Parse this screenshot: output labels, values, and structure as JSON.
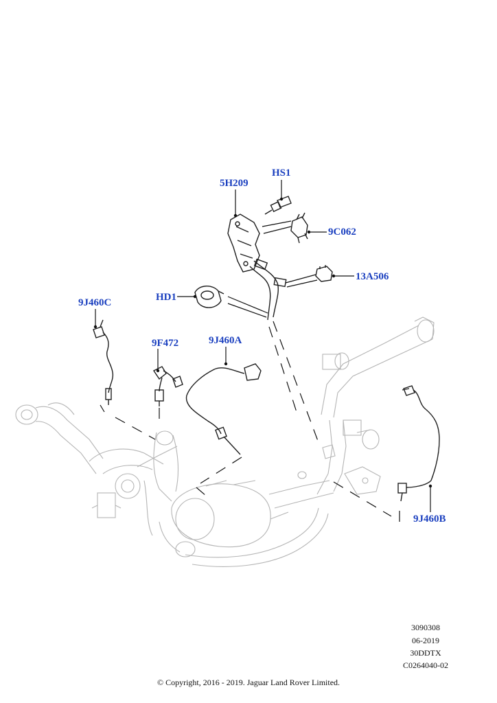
{
  "callouts": {
    "hs1": "HS1",
    "5h209": "5H209",
    "9c062": "9C062",
    "13a506": "13A506",
    "hd1": "HD1",
    "9j460c": "9J460C",
    "9f472": "9F472",
    "9j460a": "9J460A",
    "9j460b": "9J460B"
  },
  "reference": {
    "number": "3090308",
    "date": "06-2019",
    "engine": "30DDTX",
    "code": "C0264040-02"
  },
  "copyright": "© Copyright, 2016 - 2019. Jaguar Land Rover Limited.",
  "colors": {
    "callout": "#1a3fbf",
    "part_line": "#1e1e1e",
    "ghost_line": "#b4b4b4"
  }
}
